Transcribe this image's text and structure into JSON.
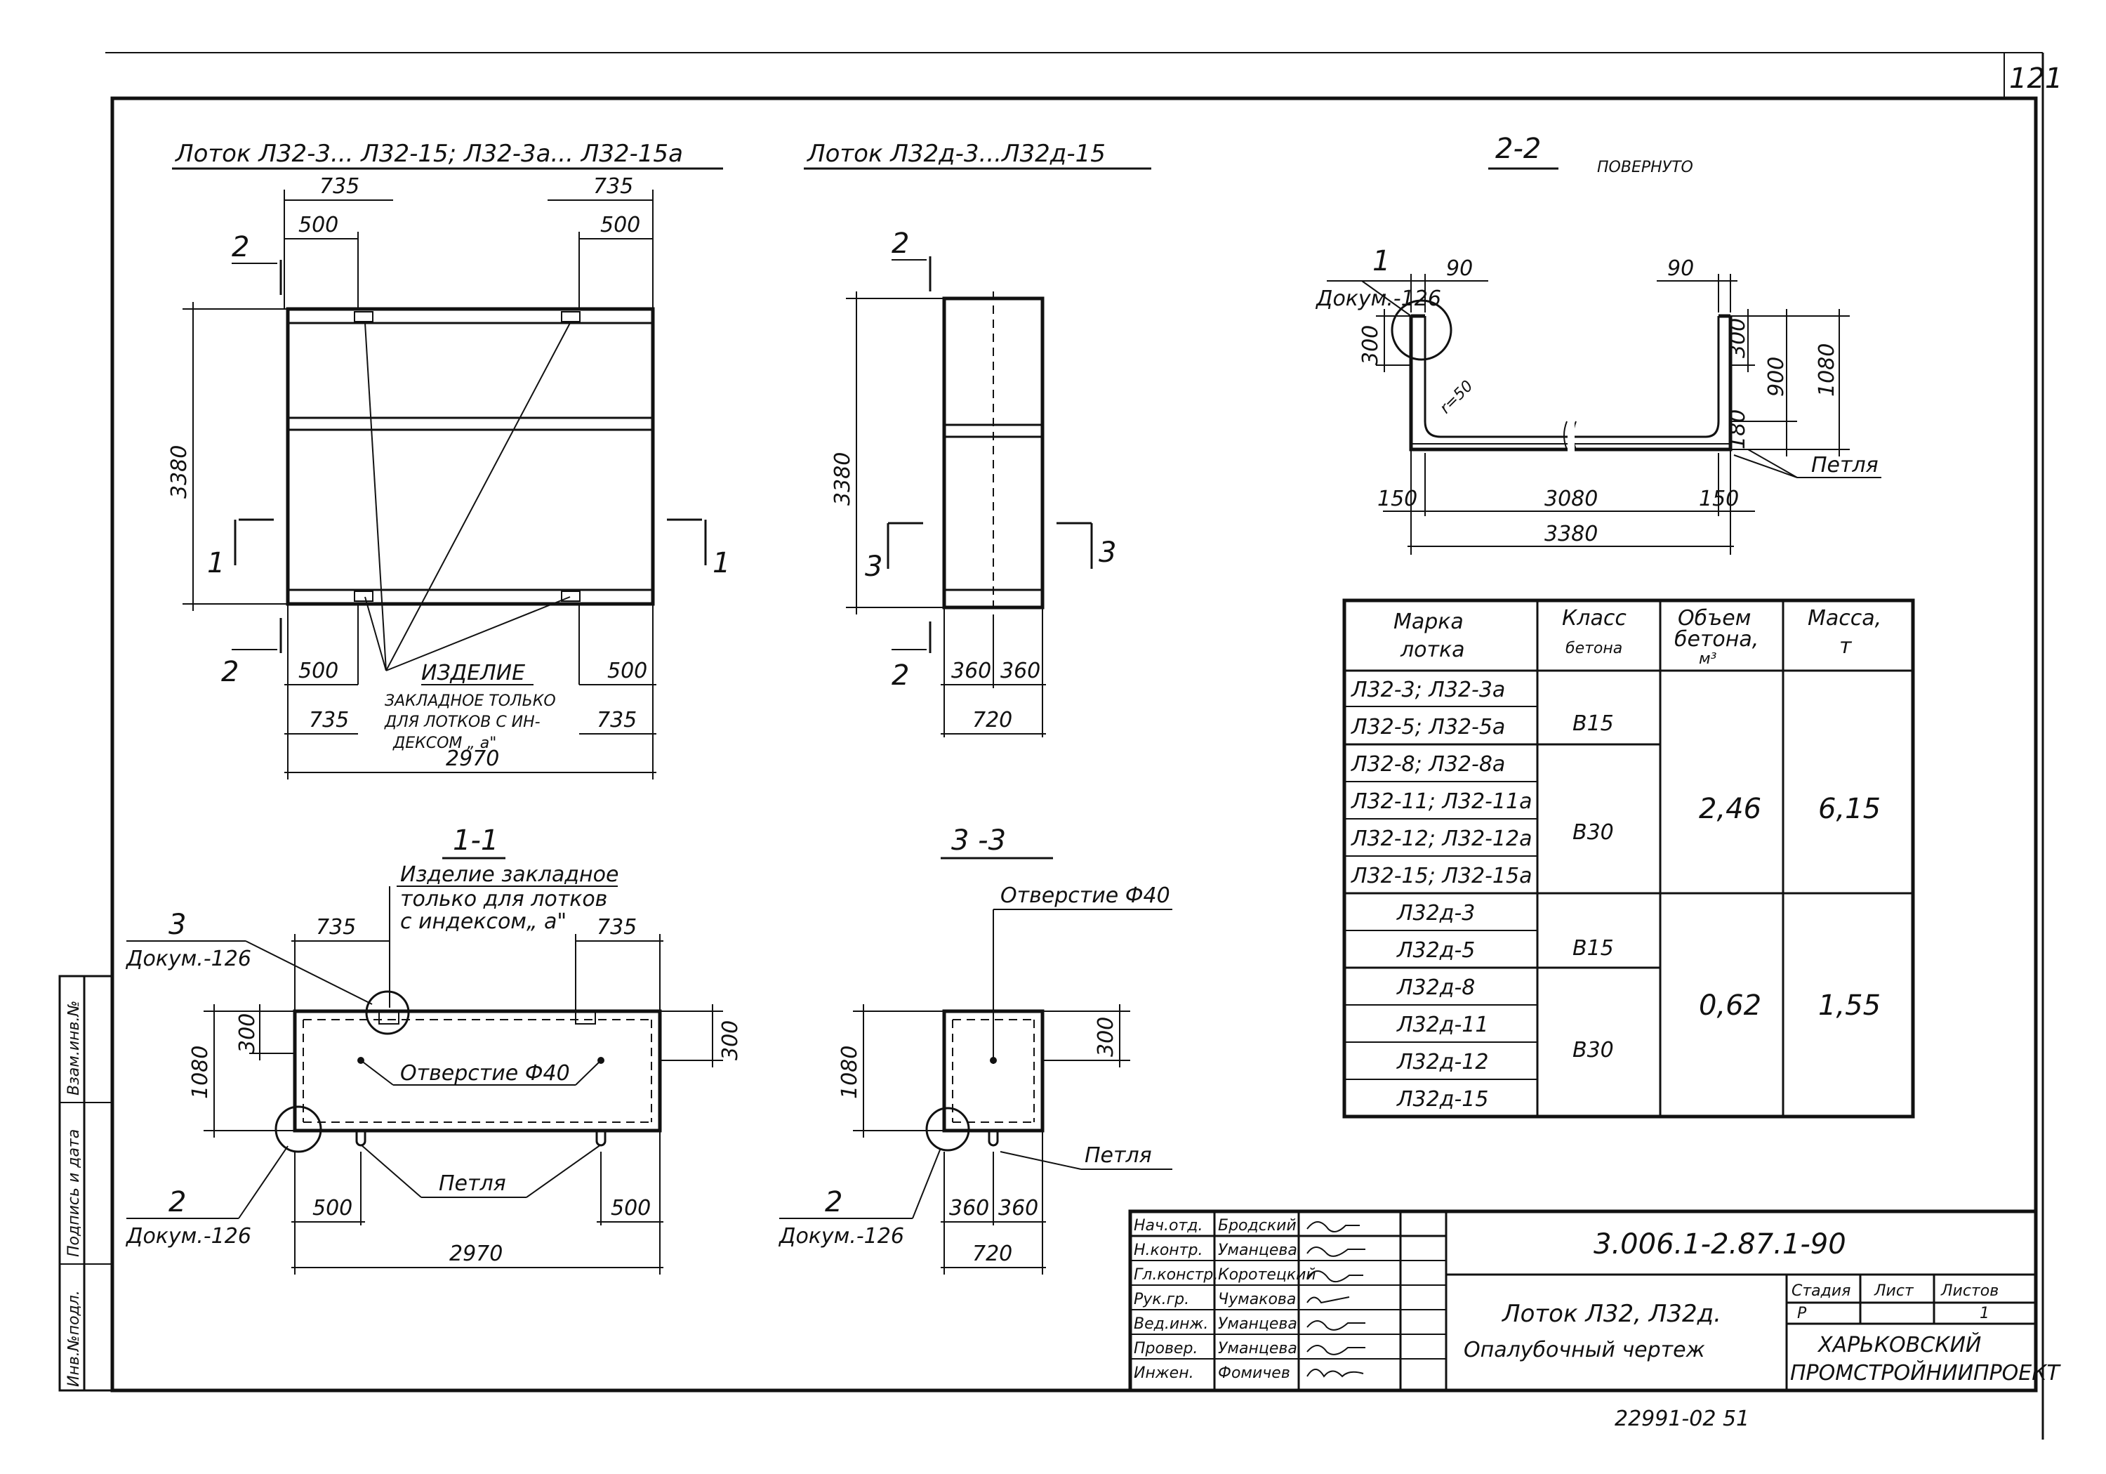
{
  "page_number": "121",
  "views": {
    "plan_a": {
      "title": "Лоток Л32-3... Л32-15; Л32-3а... Л32-15а",
      "dims": {
        "top_left_outer": "735",
        "top_left_inner": "500",
        "top_right_outer": "735",
        "top_right_inner": "500",
        "height": "3380",
        "bottom_left_inner": "500",
        "bottom_left_outer": "735",
        "bottom_right_inner": "500",
        "bottom_right_outer": "735",
        "total_width": "2970"
      },
      "section_marks": {
        "s2_top": "2",
        "s2_bottom": "2",
        "s1_left": "1",
        "s1_right": "1"
      },
      "note": [
        "ИЗДЕЛИЕ",
        "ЗАКЛАДНОЕ ТОЛЬКО",
        "ДЛЯ ЛОТКОВ С ИН-",
        "ДЕКСОМ „ а\""
      ]
    },
    "plan_d": {
      "title": "Лоток Л32д-3...Л32д-15",
      "dims": {
        "height": "3380",
        "left": "360",
        "right": "360",
        "total": "720"
      },
      "section_marks": {
        "s2_top": "2",
        "s2_bottom": "2",
        "s3_left": "3",
        "s3_right": "3"
      }
    },
    "section_2_2": {
      "title": "2-2",
      "subtitle": "ПОВЕРНУТО",
      "callout_num": "1",
      "callout_doc": "Докум.-126",
      "dims": {
        "left_wall": "90",
        "right_wall": "90",
        "left_300": "300",
        "right_300": "300",
        "h900": "900",
        "h1080": "1080",
        "h180": "180",
        "radius": "r=50",
        "left_150": "150",
        "inner": "3080",
        "right_150": "150",
        "total": "3380"
      },
      "loop_label": "Петля"
    },
    "section_1_1": {
      "title": "1-1",
      "note": [
        "Изделие закладное",
        "только для лотков",
        "с индексом„ а\""
      ],
      "callout3_num": "3",
      "callout3_doc": "Докум.-126",
      "callout2_num": "2",
      "callout2_doc": "Докум.-126",
      "dims": {
        "top_left": "735",
        "top_right": "735",
        "h1080": "1080",
        "left_300": "300",
        "right_300": "300",
        "bottom_left": "500",
        "bottom_right": "500",
        "total": "2970"
      },
      "hole_label": "Отверстие Ф40",
      "loop_label": "Петля"
    },
    "section_3_3": {
      "title": "3 -3",
      "hole_label": "Отверстие Ф40",
      "callout_num": "2",
      "callout_doc": "Докум.-126",
      "dims": {
        "h1080": "1080",
        "h300": "300",
        "left": "360",
        "right": "360",
        "total": "720"
      },
      "loop_label": "Петля"
    }
  },
  "spec_table": {
    "headers": [
      [
        "Марка",
        "лотка"
      ],
      [
        "Класс",
        "бетона"
      ],
      [
        "Объем",
        "бетона,",
        "м³"
      ],
      [
        "Масса,",
        "т"
      ]
    ],
    "marks": [
      "Л32-3; Л32-3а",
      "Л32-5; Л32-5а",
      "Л32-8; Л32-8а",
      "Л32-11; Л32-11а",
      "Л32-12; Л32-12а",
      "Л32-15; Л32-15а",
      "Л32д-3",
      "Л32д-5",
      "Л32д-8",
      "Л32д-11",
      "Л32д-12",
      "Л32д-15"
    ],
    "classes": [
      "В15",
      "В30",
      "В15",
      "В30"
    ],
    "volumes": [
      "2,46",
      "0,62"
    ],
    "masses": [
      "6,15",
      "1,55"
    ]
  },
  "stamp": {
    "doc_code": "3.006.1-2.87.1-90",
    "roles": [
      "Нач.отд.",
      "Н.контр.",
      "Гл.констр.",
      "Рук.гр.",
      "Вед.инж.",
      "Провер.",
      "Инжен."
    ],
    "names": [
      "Бродский",
      "Уманцева",
      "Коротецкий",
      "Чумакова",
      "Уманцева",
      "Уманцева",
      "Фомичев"
    ],
    "title_line1": "Лоток Л32, Л32д.",
    "title_line2": "Опалубочный чертеж",
    "stage_header": "Стадия",
    "sheet_header": "Лист",
    "sheets_header": "Листов",
    "stage": "Р",
    "sheets": "1",
    "org_line1": "ХАРЬКОВСКИЙ",
    "org_line2": "ПРОМСТРОЙНИИПРОЕКТ"
  },
  "side_stamp": [
    "Инв.№подл.",
    "Подпись и дата",
    "Взам.инв.№"
  ],
  "archive_number": "22991-02  51"
}
